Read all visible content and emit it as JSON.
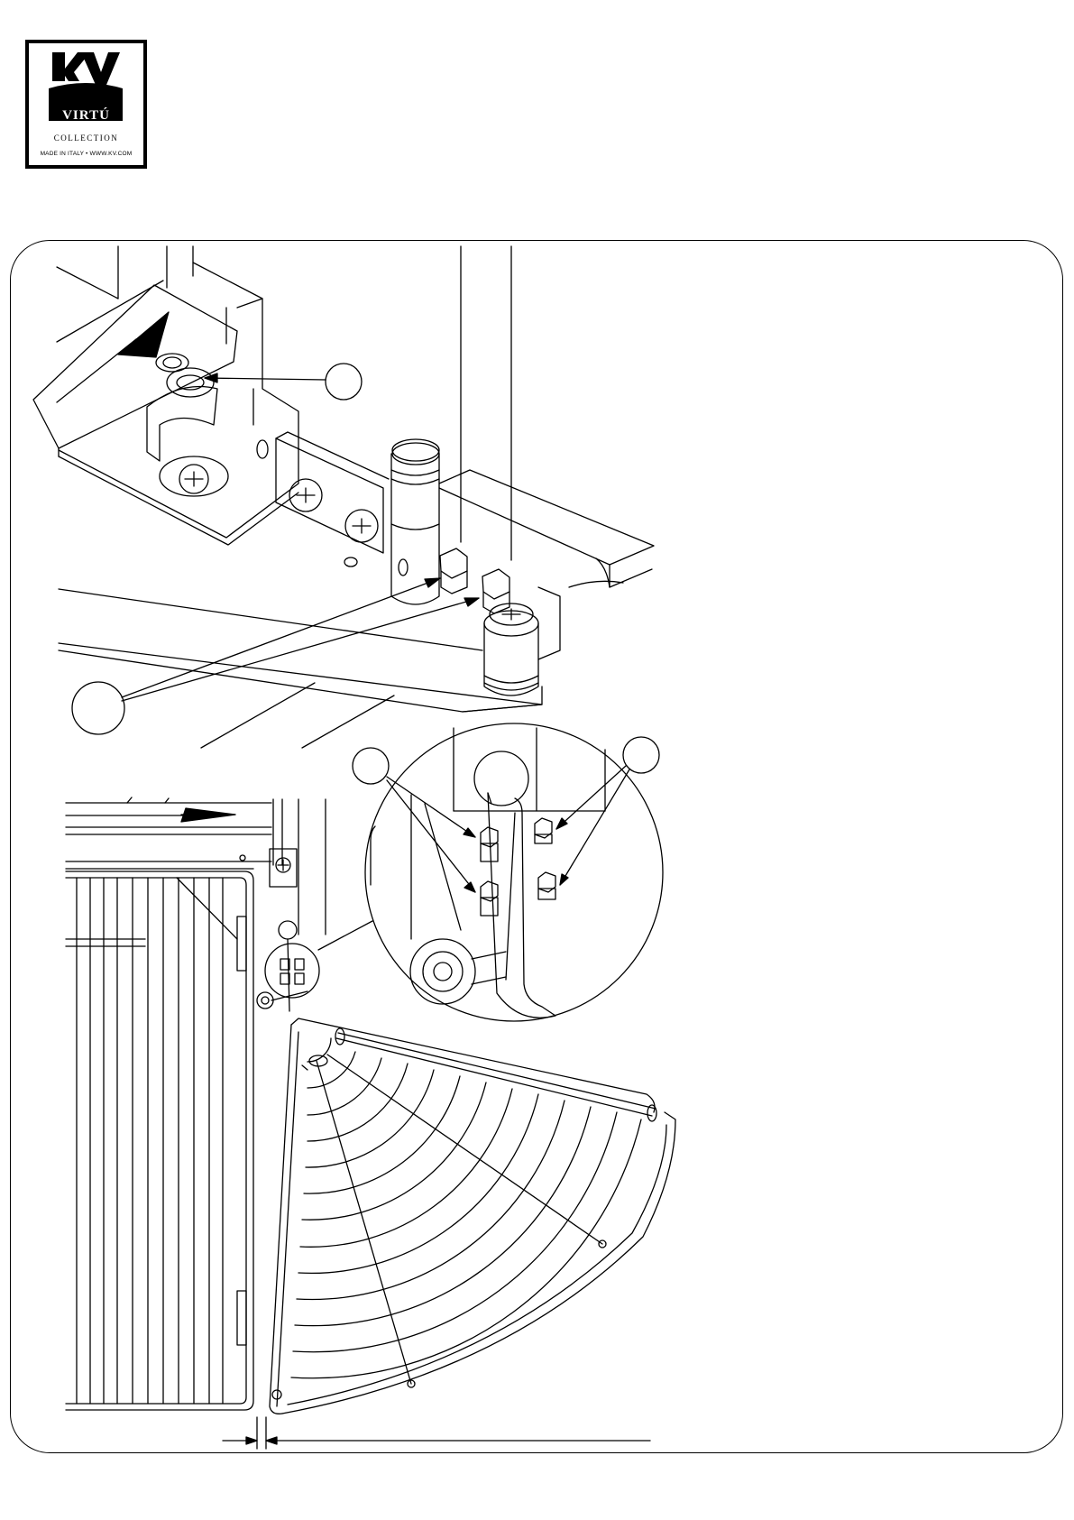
{
  "brand": {
    "logo_text": "KV",
    "registered_mark": "®",
    "collection_name": "VIRTÚ",
    "collection_label": "COLLECTION",
    "tagline": "MADE IN ITALY • WWW.KV.COM"
  },
  "callouts": {
    "top_right": "",
    "left_middle": "",
    "detail_left": "",
    "detail_right": ""
  }
}
